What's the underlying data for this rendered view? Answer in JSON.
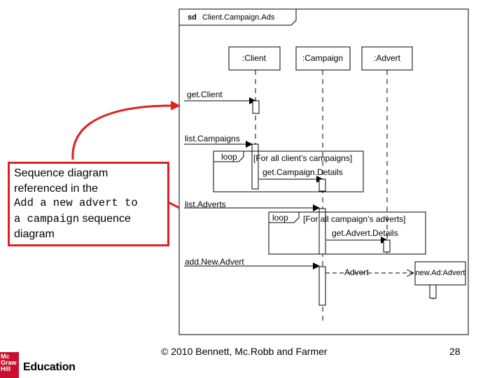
{
  "frame": {
    "tag": "sd",
    "name": "Client.Campaign.Ads"
  },
  "lifelines": {
    "client": ":Client",
    "campaign": ":Campaign",
    "advert": ":Advert",
    "advert_plain": "Advert",
    "new_advert": "new.Ad:Advert"
  },
  "messages": {
    "get_client": "get.Client",
    "list_campaigns": "list.Campaigns",
    "get_campaign_details": "get.Campaign.Details",
    "list_adverts": "list.Adverts",
    "get_advert_details": "get.Advert.Details",
    "add_new_advert": "add.New.Advert"
  },
  "fragments": {
    "outer_loop": {
      "operator": "loop",
      "guard": "[For all client’s campaigns]"
    },
    "inner_loop": {
      "operator": "loop",
      "guard": "[For all campaign’s adverts]"
    }
  },
  "callout": {
    "line1": "Sequence diagram",
    "line2": "referenced in the",
    "line3_mono": "Add a new advert to",
    "line4_mono": "a campaign",
    "line4_sans": " sequence",
    "line5": "diagram",
    "border_color": "#e02020"
  },
  "footer": {
    "copyright": "© 2010 Bennett, Mc.Robb and Farmer",
    "page_number": "28"
  },
  "publisher": {
    "logo_lines": [
      "Mc",
      "Graw",
      "Hill"
    ],
    "name": "Education",
    "brand_color": "#c8102e"
  }
}
